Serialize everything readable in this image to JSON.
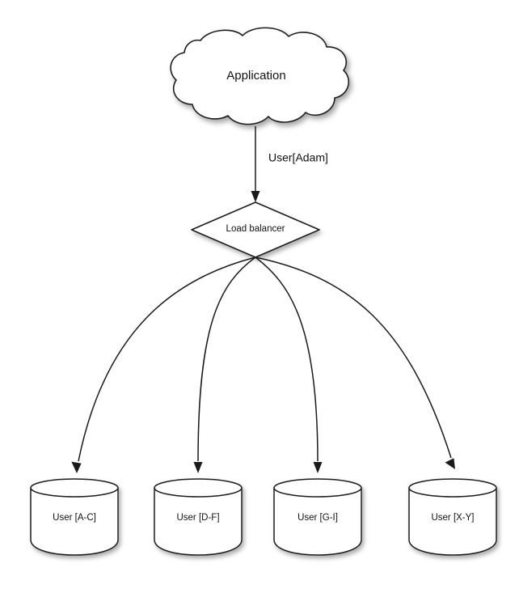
{
  "diagram": {
    "type": "architecture-flow-diagram",
    "background_color": "#ffffff",
    "stroke_color": "#1a1a1a",
    "text_color": "#111111",
    "nodes": {
      "cloud": {
        "label": "Application",
        "shape": "cloud"
      },
      "diamond": {
        "label": "Load balancer",
        "shape": "diamond"
      },
      "databases": [
        {
          "label": "User [A-C]",
          "shape": "cylinder"
        },
        {
          "label": "User [D-F]",
          "shape": "cylinder"
        },
        {
          "label": "User [G-I]",
          "shape": "cylinder"
        },
        {
          "label": "User [X-Y]",
          "shape": "cylinder"
        }
      ]
    },
    "edges": {
      "cloud_to_diamond": {
        "label": "User[Adam]",
        "style": "straight-arrow"
      },
      "diamond_to_databases": {
        "label": "",
        "style": "curved-arrow",
        "count": 4
      }
    }
  }
}
